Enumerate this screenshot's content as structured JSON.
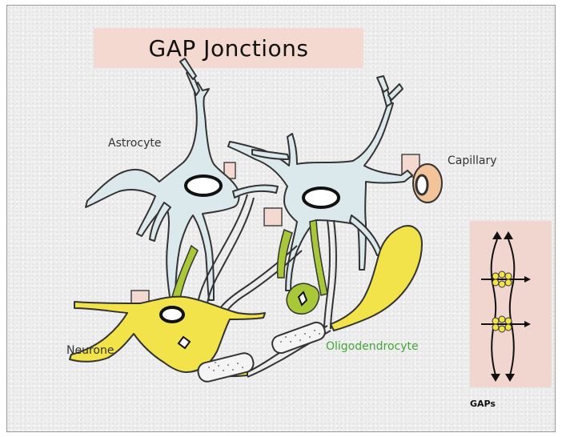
{
  "title": "GAP Jonctions",
  "labels": {
    "astrocyte": "Astrocyte",
    "capillary": "Capillary",
    "neurone": "Neurone",
    "oligodendrocyte": "Oligodendrocyte",
    "gaps": "GAPs"
  },
  "colors": {
    "title_background": "#f3d9cf",
    "astrocyte_fill": "#dce9ec",
    "neurone_fill": "#f2e34a",
    "oligodendrocyte_fill": "#a8c83a",
    "oligodendrocyte_label": "#43a838",
    "capillary_fill": "#f3c49a",
    "gap_panel_fill": "#f1d6cf",
    "connexon_fill": "#f2e34a"
  }
}
